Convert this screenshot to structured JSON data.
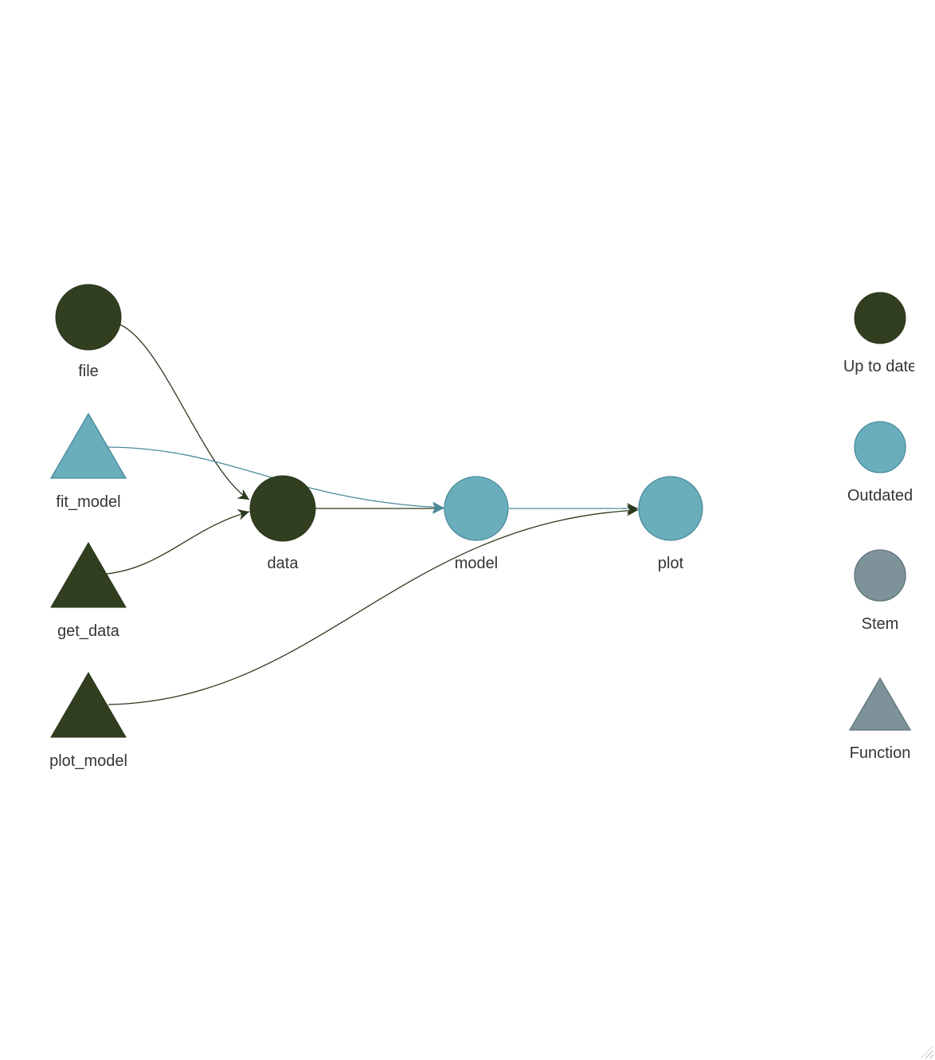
{
  "colors": {
    "up_to_date": "#313e20",
    "outdated": "#6aadbb",
    "outdated_stroke": "#4a8c9c",
    "stem": "#7e9399",
    "stem_stroke": "#5f7379"
  },
  "nodes": [
    {
      "id": "file",
      "label": "file",
      "status": "up_to_date",
      "type": "stem"
    },
    {
      "id": "fit_model",
      "label": "fit_model",
      "status": "outdated",
      "type": "function"
    },
    {
      "id": "get_data",
      "label": "get_data",
      "status": "up_to_date",
      "type": "function"
    },
    {
      "id": "plot_model",
      "label": "plot_model",
      "status": "up_to_date",
      "type": "function"
    },
    {
      "id": "data",
      "label": "data",
      "status": "up_to_date",
      "type": "stem"
    },
    {
      "id": "model",
      "label": "model",
      "status": "outdated",
      "type": "stem"
    },
    {
      "id": "plot",
      "label": "plot",
      "status": "outdated",
      "type": "stem"
    }
  ],
  "edges": [
    {
      "from": "file",
      "to": "data"
    },
    {
      "from": "fit_model",
      "to": "model"
    },
    {
      "from": "get_data",
      "to": "data"
    },
    {
      "from": "data",
      "to": "model"
    },
    {
      "from": "model",
      "to": "plot"
    },
    {
      "from": "plot_model",
      "to": "plot"
    }
  ],
  "legend": [
    {
      "label": "Up to date"
    },
    {
      "label": "Outdated"
    },
    {
      "label": "Stem"
    },
    {
      "label": "Function"
    }
  ]
}
